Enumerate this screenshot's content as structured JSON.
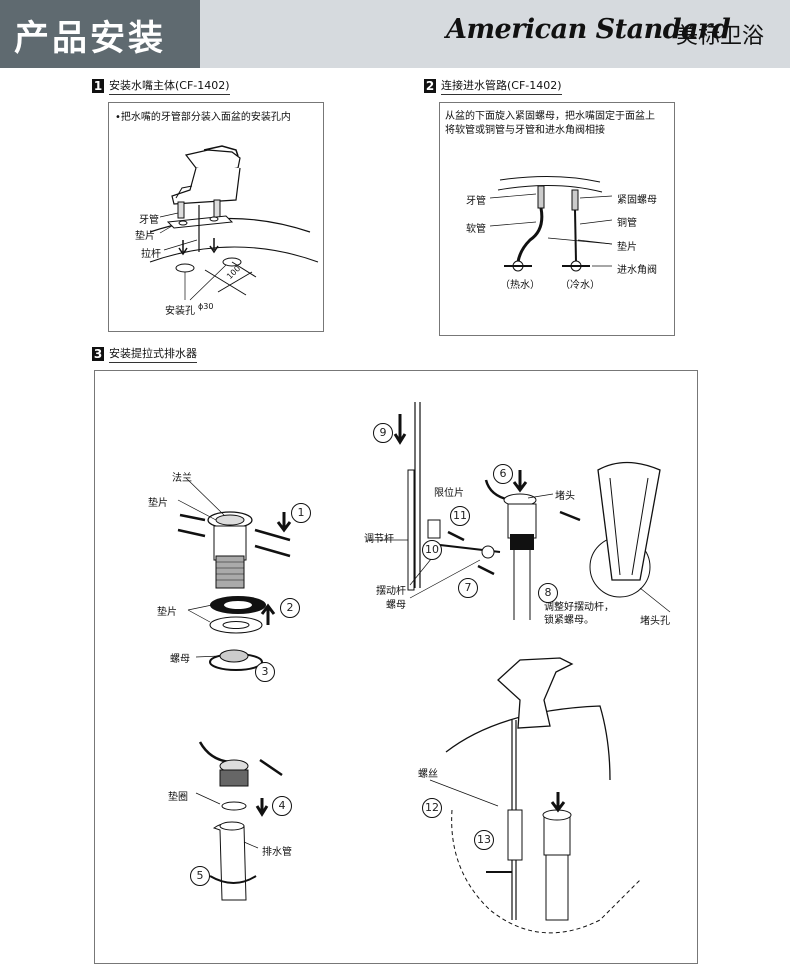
{
  "header": {
    "title": "产品安装",
    "brand": "American Standard",
    "brand_cn": "美标卫浴"
  },
  "step1": {
    "num": "1",
    "title": "安装水嘴主体(CF-1402)",
    "note": "•把水嘴的牙管部分装入面盆的安装孔内",
    "labels": {
      "thread": "牙管",
      "gasket": "垫片",
      "rod": "拉杆",
      "hole": "安装孔",
      "dim_100": "100",
      "dim_30": "ϕ30"
    }
  },
  "step2": {
    "num": "2",
    "title": "连接进水管路(CF-1402)",
    "note_line1": "从盆的下面旋入紧固螺母，把水嘴固定于面盆上",
    "note_line2": "将软管或铜管与牙管和进水角阀相接",
    "labels": {
      "thread": "牙管",
      "hose": "软管",
      "nut": "紧固螺母",
      "copper": "铜管",
      "gasket": "垫片",
      "valve": "进水角阀",
      "hot": "（热水）",
      "cold": "（冷水）"
    }
  },
  "step3": {
    "num": "3",
    "title": "安装提拉式排水器",
    "labels": {
      "flange": "法兰",
      "gasket_a": "垫片",
      "gasket_b": "垫片",
      "nut_a": "螺母",
      "washer": "垫圈",
      "drain_pipe": "排水管",
      "limit": "限位片",
      "adjust_rod": "调节杆",
      "swing_rod": "摆动杆",
      "nut_b": "螺母",
      "plug": "堵头",
      "adjust_note_1": "调整好摆动杆，",
      "adjust_note_2": "锁紧螺母。",
      "plug_hole": "堵头孔",
      "screw": "螺丝"
    },
    "steps": [
      "1",
      "2",
      "3",
      "4",
      "5",
      "6",
      "7",
      "8",
      "9",
      "10",
      "11",
      "12",
      "13"
    ]
  }
}
